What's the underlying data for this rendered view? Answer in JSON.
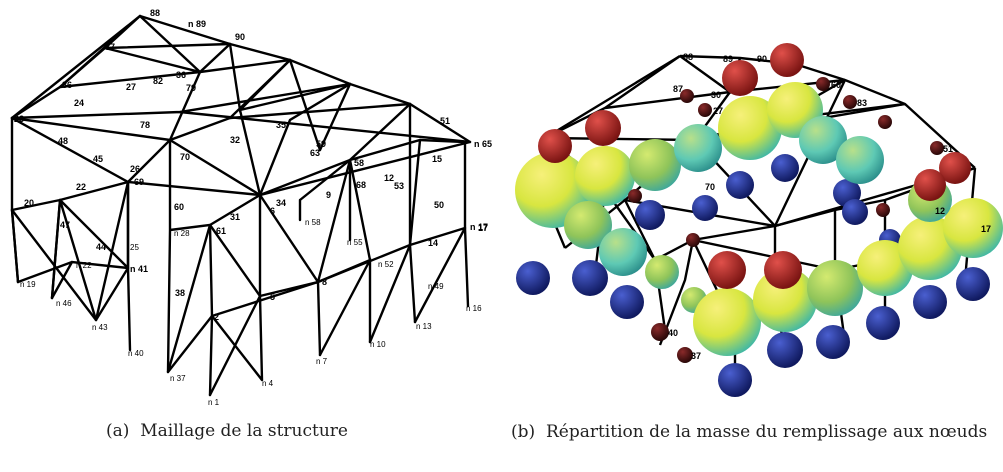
{
  "captions": {
    "a_marker": "(a)",
    "a_text": "Maillage de la structure",
    "b_marker": "(b)",
    "b_text": "Répartition de la masse du remplissage aux nœuds"
  },
  "panel_a": {
    "node_labels": [
      {
        "text": "88",
        "bold": true
      },
      {
        "text": "n 89",
        "bold": true
      },
      {
        "text": "90",
        "bold": true
      },
      {
        "text": "87",
        "bold": true
      },
      {
        "text": "86",
        "bold": true
      },
      {
        "text": "24",
        "bold": true
      },
      {
        "text": "23",
        "bold": true
      },
      {
        "text": "27",
        "bold": true
      },
      {
        "text": "82",
        "bold": true
      },
      {
        "text": "36",
        "bold": true
      },
      {
        "text": "79",
        "bold": true
      },
      {
        "text": "78",
        "bold": true
      },
      {
        "text": "48",
        "bold": true
      },
      {
        "text": "45",
        "bold": true
      },
      {
        "text": "26",
        "bold": true
      },
      {
        "text": "69",
        "bold": true
      },
      {
        "text": "70",
        "bold": true
      },
      {
        "text": "32",
        "bold": true
      },
      {
        "text": "35",
        "bold": true
      },
      {
        "text": "59",
        "bold": true
      },
      {
        "text": "63",
        "bold": true
      },
      {
        "text": "58",
        "bold": true
      },
      {
        "text": "51",
        "bold": true
      },
      {
        "text": "15",
        "bold": true
      },
      {
        "text": "n 65",
        "bold": true
      },
      {
        "text": "22",
        "bold": true
      },
      {
        "text": "20",
        "bold": true
      },
      {
        "text": "47",
        "bold": true
      },
      {
        "text": "44",
        "bold": true
      },
      {
        "text": "60",
        "bold": true
      },
      {
        "text": "31",
        "bold": true
      },
      {
        "text": "34",
        "bold": true
      },
      {
        "text": "6",
        "bold": true
      },
      {
        "text": "9",
        "bold": true
      },
      {
        "text": "68",
        "bold": true
      },
      {
        "text": "12",
        "bold": true
      },
      {
        "text": "53",
        "bold": true
      },
      {
        "text": "50",
        "bold": true
      },
      {
        "text": "17",
        "bold": true
      },
      {
        "text": "n 28",
        "bold": false
      },
      {
        "text": "61",
        "bold": true
      },
      {
        "text": "n 58",
        "bold": false
      },
      {
        "text": "n 55",
        "bold": false
      },
      {
        "text": "25",
        "bold": false
      },
      {
        "text": "n 22",
        "bold": false
      },
      {
        "text": "n 41",
        "bold": true
      },
      {
        "text": "14",
        "bold": true
      },
      {
        "text": "n 52",
        "bold": false
      },
      {
        "text": "n 17",
        "bold": true
      },
      {
        "text": "n 19",
        "bold": false
      },
      {
        "text": "n 46",
        "bold": false
      },
      {
        "text": "38",
        "bold": true
      },
      {
        "text": "5",
        "bold": true
      },
      {
        "text": "8",
        "bold": true
      },
      {
        "text": "n 49",
        "bold": false
      },
      {
        "text": "n 16",
        "bold": false
      },
      {
        "text": "n 43",
        "bold": false
      },
      {
        "text": "2",
        "bold": true
      },
      {
        "text": "n 13",
        "bold": false
      },
      {
        "text": "n 10",
        "bold": false
      },
      {
        "text": "n 40",
        "bold": false
      },
      {
        "text": "n 7",
        "bold": false
      },
      {
        "text": "n 37",
        "bold": false
      },
      {
        "text": "n 4",
        "bold": false
      },
      {
        "text": "n 1",
        "bold": false
      }
    ]
  },
  "panel_b": {
    "node_labels": [
      {
        "text": "88"
      },
      {
        "text": "89"
      },
      {
        "text": "90"
      },
      {
        "text": "87"
      },
      {
        "text": "30"
      },
      {
        "text": "60"
      },
      {
        "text": "83"
      },
      {
        "text": "27"
      },
      {
        "text": "51"
      },
      {
        "text": "70"
      },
      {
        "text": "40"
      },
      {
        "text": "37"
      },
      {
        "text": "17"
      },
      {
        "text": "12"
      }
    ],
    "sphere_colors": {
      "red": "#b0201c",
      "darkred": "#5a0f10",
      "blue": "#1d2f8f",
      "yellow": "#f2ec3c",
      "cyan": "#5ec9b4",
      "green": "#9fcf4e"
    }
  }
}
